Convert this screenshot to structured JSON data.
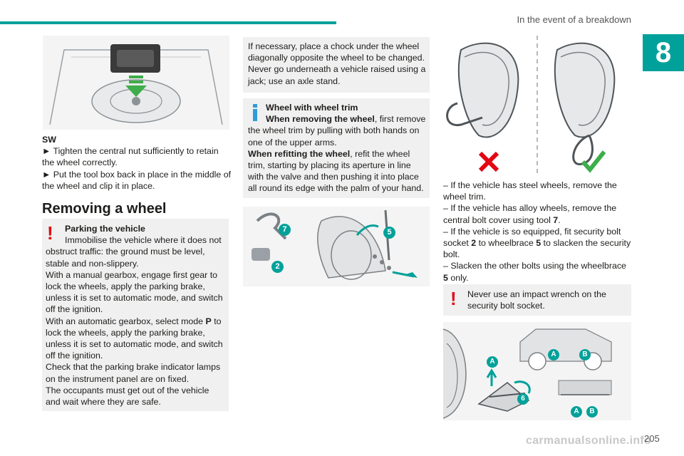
{
  "header": {
    "section_title": "In the event of a breakdown",
    "chapter_number": "8",
    "accent_color": "#00a19a"
  },
  "col1": {
    "subheading": "SW",
    "bullet1": "► Tighten the central nut sufficiently to retain the wheel correctly.",
    "bullet2": "► Put the tool box back in place in the middle of the wheel and clip it in place.",
    "heading": "Removing a wheel",
    "warning": {
      "title": "Parking the vehicle",
      "line1": "Immobilise the vehicle where it does not obstruct traffic: the ground must be level, stable and non-slippery.",
      "line2": "With a manual gearbox, engage first gear to lock the wheels, apply the parking brake, unless it is set to automatic mode, and switch off the ignition.",
      "line3a": "With an automatic gearbox, select mode ",
      "line3b": "P",
      "line3c": " to lock the wheels, apply the parking brake, unless it is set to automatic mode, and switch off the ignition.",
      "line4": "Check that the parking brake indicator lamps on the instrument panel are on fixed.",
      "line5": "The occupants must get out of the vehicle and wait where they are safe."
    }
  },
  "col2": {
    "chock_note": "If necessary, place a chock under the wheel diagonally opposite the wheel to be changed. Never go underneath a vehicle raised using a jack; use an axle stand.",
    "trim": {
      "title": "Wheel with wheel trim",
      "removing_label": "When removing the wheel",
      "removing_text": ", first remove the wheel trim by pulling with both hands on one of the upper arms.",
      "refitting_label": "When refitting the wheel",
      "refitting_text": ", refit the wheel trim, starting by placing its aperture in line with the valve and then pushing it into place all round its edge with the palm of your hand."
    },
    "callouts": {
      "tool7": "7",
      "tool2": "2",
      "tool5": "5"
    }
  },
  "col3": {
    "steps": {
      "s1": "– If the vehicle has steel wheels, remove the wheel trim.",
      "s2a": "– If the vehicle has alloy wheels, remove the central bolt cover using tool ",
      "s2b": "7",
      "s2c": ".",
      "s3a": "– If the vehicle is so equipped, fit security bolt socket ",
      "s3b": "2",
      "s3c": " to wheelbrace ",
      "s3d": "5",
      "s3e": " to slacken the security bolt.",
      "s4a": "– Slacken the other bolts using the wheelbrace ",
      "s4b": "5",
      "s4c": " only."
    },
    "warning2": "Never use an impact wrench on the security bolt socket.",
    "callouts": {
      "a1": "A",
      "a2": "A",
      "a3": "A",
      "b1": "B",
      "b2": "B",
      "six": "6"
    }
  },
  "footer": {
    "page_number": "205",
    "watermark": "carmanualsonline.info"
  }
}
